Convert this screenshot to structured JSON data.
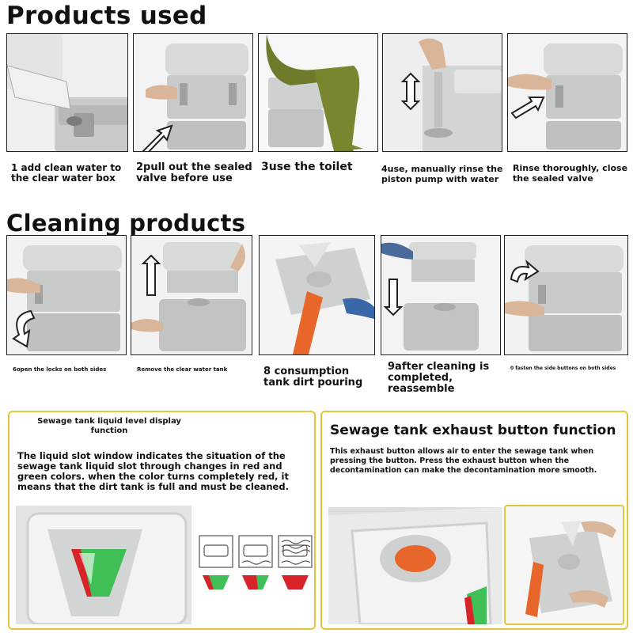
{
  "products_used": {
    "heading": "Products used",
    "steps": [
      {
        "caption": "1 add clean water to\nthe clear water box"
      },
      {
        "caption": "2pull out the sealed\nvalve before use"
      },
      {
        "caption": "3use the toilet"
      },
      {
        "caption": "4use, manually rinse the\npiston pump with water"
      },
      {
        "caption": "Rinse thoroughly, close\nthe sealed valve"
      }
    ]
  },
  "cleaning_products": {
    "heading": "Cleaning products",
    "steps": [
      {
        "caption": "6open the locks on both sides"
      },
      {
        "caption": "Remove the clear water tank"
      },
      {
        "caption": "8 consumption\ntank dirt pouring"
      },
      {
        "caption": "9after cleaning is\ncompleted,\nreassemble"
      },
      {
        "caption": "0 fasten the side buttons on both sides"
      }
    ]
  },
  "level_panel": {
    "title": "Sewage tank liquid level display\nfunction",
    "body": "The liquid slot window indicates the situation of the sewage tank liquid slot through changes in red and green colors. when the color turns completely red, it means that the dirt tank is full and must be cleaned."
  },
  "exhaust_panel": {
    "title": "Sewage tank exhaust button function",
    "body": "This exhaust button allows air to enter the sewage tank when pressing the button. Press the exhaust button when the decontamination can make the decontamination more smooth."
  },
  "colors": {
    "panel_border": "#e6c43a",
    "indicator_green": "#3fbf55",
    "indicator_red": "#d8232a",
    "button_orange": "#e8662a",
    "toilet_gray": "#cfd1d1"
  }
}
